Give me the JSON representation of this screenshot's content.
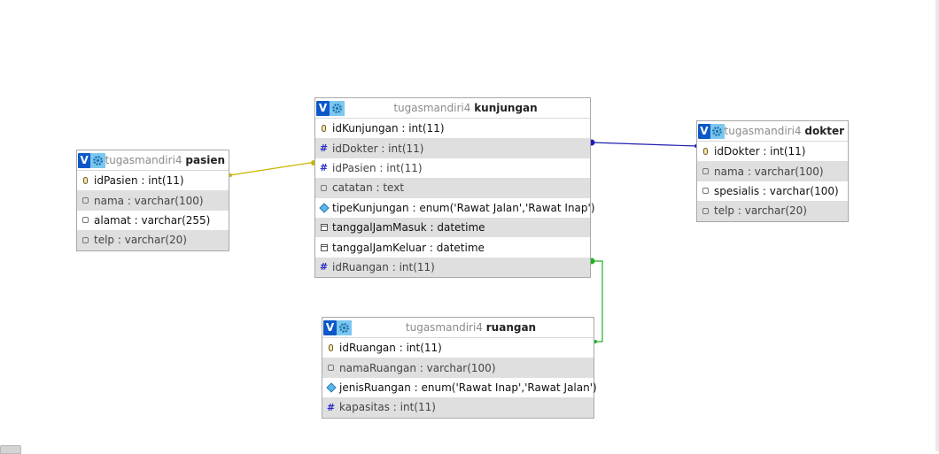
{
  "colors": {
    "v_button": "#0d58c8",
    "gear_button": "#7cc7ee",
    "alt_row": "#dfdfdf",
    "link_pasien": "#c8b400",
    "link_dokter": "#1f1fb0",
    "link_ruangan": "#22b022"
  },
  "tables": {
    "kunjungan": {
      "db": "tugasmandiri4",
      "name": "kunjungan",
      "v_label": "V",
      "rows": [
        {
          "text": "idKunjungan : int(11)",
          "icon": "key-icon"
        },
        {
          "text": "idDokter : int(11)",
          "icon": "hash-icon"
        },
        {
          "text": "idPasien : int(11)",
          "icon": "hash-icon"
        },
        {
          "text": "catatan : text",
          "icon": "text-icon"
        },
        {
          "text": "tipeKunjungan : enum('Rawat Jalan','Rawat Inap')",
          "icon": "enum-icon"
        },
        {
          "text": "tanggalJamMasuk : datetime",
          "icon": "datetime-icon"
        },
        {
          "text": "tanggalJamKeluar : datetime",
          "icon": "datetime-icon"
        },
        {
          "text": "idRuangan : int(11)",
          "icon": "hash-icon"
        }
      ]
    },
    "pasien": {
      "db": "tugasmandiri4",
      "name": "pasien",
      "v_label": "V",
      "rows": [
        {
          "text": "idPasien : int(11)",
          "icon": "key-icon"
        },
        {
          "text": "nama : varchar(100)",
          "icon": "text-icon"
        },
        {
          "text": "alamat : varchar(255)",
          "icon": "text-icon"
        },
        {
          "text": "telp : varchar(20)",
          "icon": "text-icon"
        }
      ]
    },
    "dokter": {
      "db": "tugasmandiri4",
      "name": "dokter",
      "v_label": "V",
      "rows": [
        {
          "text": "idDokter : int(11)",
          "icon": "key-icon"
        },
        {
          "text": "nama : varchar(100)",
          "icon": "text-icon"
        },
        {
          "text": "spesialis : varchar(100)",
          "icon": "text-icon"
        },
        {
          "text": "telp : varchar(20)",
          "icon": "text-icon"
        }
      ]
    },
    "ruangan": {
      "db": "tugasmandiri4",
      "name": "ruangan",
      "v_label": "V",
      "rows": [
        {
          "text": "idRuangan : int(11)",
          "icon": "key-icon"
        },
        {
          "text": "namaRuangan : varchar(100)",
          "icon": "text-icon"
        },
        {
          "text": "jenisRuangan : enum('Rawat Inap','Rawat Jalan')",
          "icon": "enum-icon"
        },
        {
          "text": "kapasitas : int(11)",
          "icon": "hash-icon"
        }
      ]
    }
  }
}
